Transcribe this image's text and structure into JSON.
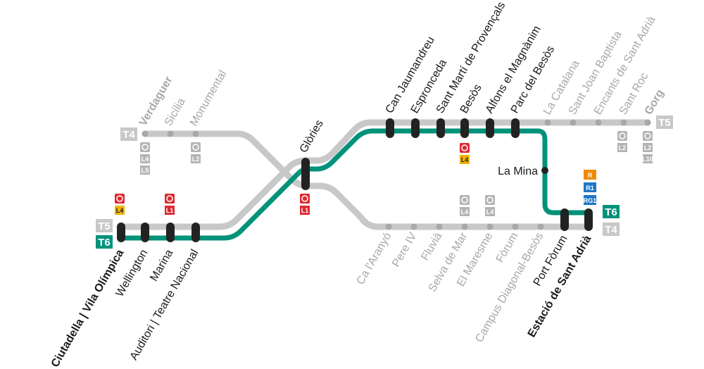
{
  "colors": {
    "t6": "#00927a",
    "inactive_line": "#c8c8c8",
    "inactive_stop": "#a8a8a8",
    "station_bar": "#222222",
    "metro_red": "#dc2a33",
    "l4_yellow": "#f0b400",
    "rodalies_orange": "#f08a00",
    "rodalies_blue": "#1d77c7",
    "inactive_chip": "#b4b4b4"
  },
  "line_badges": {
    "t6_left": "T6",
    "t5_left": "T5",
    "t4_top_left": "T4",
    "t5_right": "T5",
    "t6_right": "T6",
    "t4_right": "T4"
  },
  "stations": {
    "ciutadella": "Ciutadella | Vila Olímpica",
    "wellington": "Wellington",
    "marina": "Marina",
    "auditori": "Auditori | Teatre Nacional",
    "glories": "Glòries",
    "can_jaumandreu": "Can Jaumandreu",
    "espronceda": "Espronceda",
    "sant_marti": "Sant Martí de Provençals",
    "besos": "Besòs",
    "alfons": "Alfons el Magnànim",
    "parc_besos": "Parc del Besòs",
    "la_catalana": "La Catalana",
    "sant_joan": "Sant Joan Baptista",
    "encants": "Encants de Sant Adrià",
    "sant_roc": "Sant Roc",
    "gorg": "Gorg",
    "la_mina": "La Mina",
    "verdaguer": "Verdaguer",
    "sicilia": "Sicília",
    "monumental": "Monumental",
    "ca_aranyo": "Ca l'Aranyó",
    "pere_iv": "Pere IV",
    "fluvia": "Fluvià",
    "selva_de_mar": "Selva de Mar",
    "el_maresme": "El Maresme",
    "forum": "Fòrum",
    "campus_besos": "Campus Diagonal-Besòs",
    "port_forum": "Port Fòrum",
    "sant_adria": "Estació de Sant Adrià"
  },
  "connections": {
    "ciutadella_l4": "L4",
    "marina_l1": "L1",
    "glories_l1": "L1",
    "besos_l4": "L4",
    "verdaguer_l4": "L4",
    "verdaguer_l5": "L5",
    "monumental_l2": "L2",
    "selva_l4": "L4",
    "maresme_l4": "L4",
    "sant_roc_l2": "L2",
    "gorg_l2": "L2",
    "gorg_l10": "L10",
    "sant_adria_r": "R",
    "sant_adria_r1": "R1",
    "sant_adria_rg1": "RG1"
  },
  "icons": {
    "metro": "metro-icon"
  }
}
